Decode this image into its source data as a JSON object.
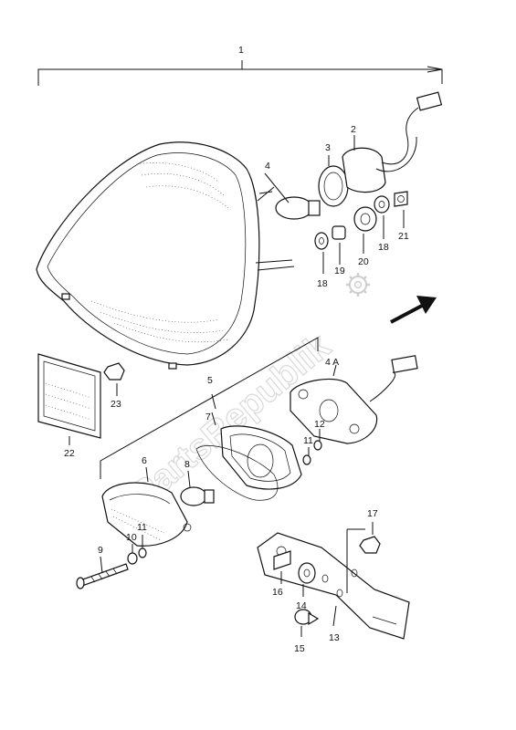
{
  "watermark": "PartsRepublik",
  "arrow_color": "#111111",
  "labels": {
    "p1": "1",
    "p2": "2",
    "p3": "3",
    "p4": "4",
    "p4a": "4 A",
    "p5": "5",
    "p6": "6",
    "p7": "7",
    "p8": "8",
    "p9": "9",
    "p10": "10",
    "p11a": "11",
    "p11b": "11",
    "p12": "12",
    "p13": "13",
    "p14": "14",
    "p15": "15",
    "p16": "16",
    "p17": "17",
    "p18a": "18",
    "p18b": "18",
    "p19": "19",
    "p20": "20",
    "p21": "21",
    "p22": "22",
    "p23": "23"
  }
}
